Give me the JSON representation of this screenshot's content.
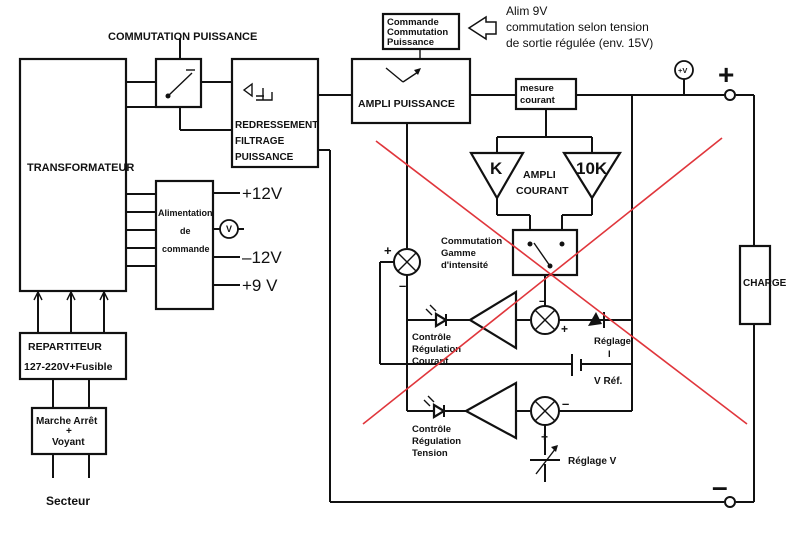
{
  "note": {
    "box_lines": [
      "Commande",
      "Commutation",
      "Puissance"
    ],
    "text_lines": [
      "Alim 9V",
      "commutation selon tension",
      "de sortie régulée  (env. 15V)"
    ]
  },
  "labels": {
    "commutation_puissance": "COMMUTATION  PUISSANCE",
    "transformateur": "TRANSFORMATEUR",
    "redressement": [
      "REDRESSEMENT",
      "FILTRAGE",
      "PUISSANCE"
    ],
    "ampli_puissance": "AMPLI  PUISSANCE",
    "mesure_courant": [
      "mesure",
      "courant"
    ],
    "ampli_courant": [
      "AMPLI",
      "COURANT"
    ],
    "k": "K",
    "ten_k": "10K",
    "alim_commande": [
      "Alimentation",
      "de",
      "commande"
    ],
    "v12_pos": "+12V",
    "v12_neg": "–12V",
    "v9": "+9 V",
    "volt_symbol": "V",
    "volt_symbol_out": "+V",
    "commutation_gamme": [
      "Commutation",
      "Gamme",
      "d'intensité"
    ],
    "controle_courant": [
      "Contrôle",
      "Régulation",
      "Courant"
    ],
    "controle_tension": [
      "Contrôle",
      "Régulation",
      "Tension"
    ],
    "reglage_i": [
      "Réglage",
      "I"
    ],
    "v_ref": "V  Réf.",
    "reglage_v": "Réglage V",
    "charge": "CHARGE",
    "repartiteur": [
      "REPARTITEUR",
      "127-220V+Fusible"
    ],
    "marche_arret": [
      "Marche Arrêt",
      "+",
      "Voyant"
    ],
    "secteur": "Secteur",
    "plus_terminal": "+",
    "minus_terminal": "–",
    "plus_sign": "+",
    "minus_sign": "–"
  },
  "colors": {
    "cross": "#e0363c",
    "ink": "#111111"
  }
}
